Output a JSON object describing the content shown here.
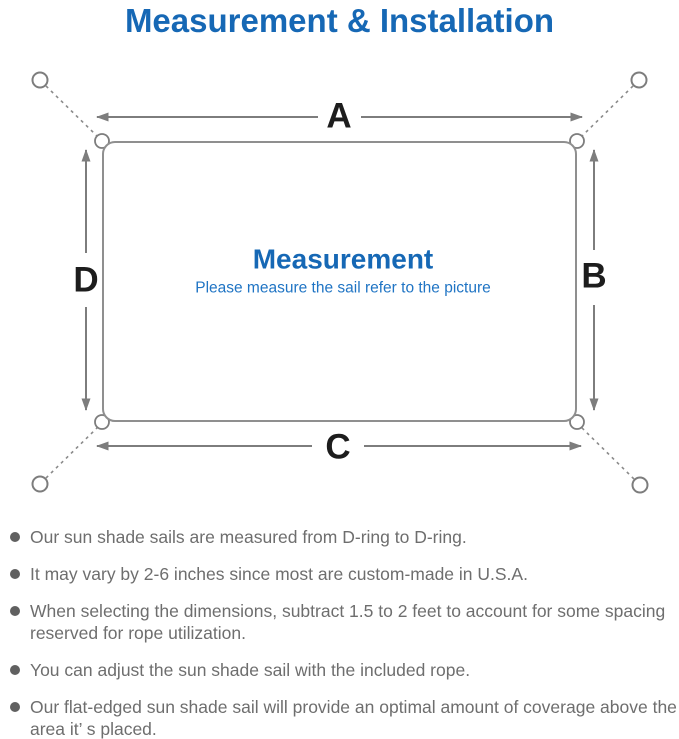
{
  "header": {
    "title": "Measurement & Installation"
  },
  "diagram": {
    "dimension_labels": {
      "top": "A",
      "right": "B",
      "bottom": "C",
      "left": "D"
    },
    "center_title": "Measurement",
    "center_subtitle": "Please measure the sail refer to the picture",
    "colors": {
      "accent_blue": "#1668b5",
      "subtitle_blue": "#1f74c4",
      "line_gray": "#7d7d7d",
      "letter_black": "#1d1d1d",
      "bullet_text_gray": "#6e6e6e"
    }
  },
  "bullets": [
    {
      "text": "Our sun shade sails are measured from D-ring to D-ring."
    },
    {
      "text": "It may vary by 2-6 inches since most are custom-made in U.S.A."
    },
    {
      "text": "When selecting the dimensions, subtract 1.5 to 2 feet to account for some spacing reserved for rope utilization."
    },
    {
      "text": "You can adjust the sun shade sail with the included rope."
    },
    {
      "text": "Our flat-edged sun shade sail will provide an optimal amount of coverage above the area it’ s placed."
    }
  ]
}
